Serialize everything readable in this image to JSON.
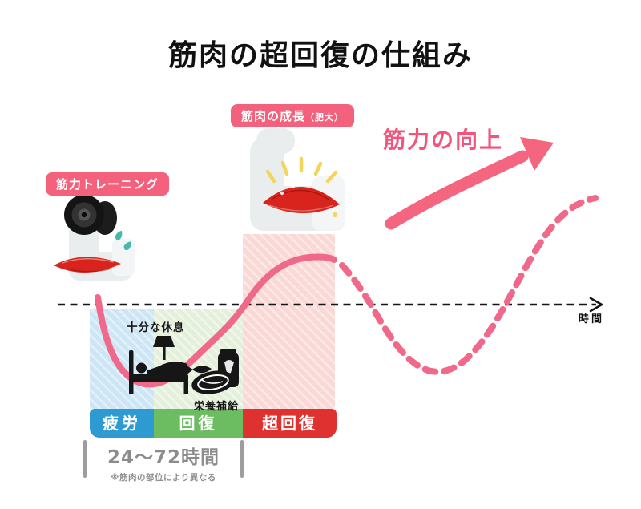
{
  "title": "筋肉の超回復の仕組み",
  "callouts": {
    "training": "筋力トレーニング",
    "growth": "筋肉の成長",
    "growth_sub": "（肥大）",
    "improvement": "筋力の向上"
  },
  "annotations": {
    "rest": "十分な休息",
    "nutrition": "栄養補給",
    "time_axis": "時間"
  },
  "phases": [
    {
      "label": "疲労",
      "bar_color": "#2e9ad2",
      "zone_tint": "#cde6f5"
    },
    {
      "label": "回復",
      "bar_color": "#6cbd61",
      "zone_tint": "#e4f0db"
    },
    {
      "label": "超回復",
      "bar_color": "#e03131",
      "zone_tint": "#f9d8d6"
    }
  ],
  "duration": {
    "range": "24〜72時間",
    "note": "※筋肉の部位により異なる"
  },
  "colors": {
    "accent_pink": "#f4617c",
    "curve_pink": "#f0688a",
    "axis_black": "#151515",
    "text_gray": "#8c8c8c",
    "muscle_red": "#d8241c",
    "sweat_teal": "#47b9a9",
    "ray_yellow": "#f3d45c",
    "arm_gray": "#eaedee"
  },
  "curve": {
    "type": "line",
    "x_axis_label": "時間",
    "baseline_norm": 0,
    "solid_points_norm": [
      [
        0.0,
        0.05
      ],
      [
        0.07,
        -0.55
      ],
      [
        0.14,
        -0.63
      ],
      [
        0.27,
        -0.4
      ],
      [
        0.42,
        0.0
      ],
      [
        0.58,
        0.35
      ],
      [
        0.68,
        0.37
      ]
    ],
    "dashed_points_norm": [
      [
        0.7,
        0.32
      ],
      [
        0.78,
        0.0
      ],
      [
        0.9,
        -0.52
      ],
      [
        1.02,
        0.0
      ],
      [
        1.16,
        0.55
      ],
      [
        1.24,
        0.85
      ]
    ]
  }
}
